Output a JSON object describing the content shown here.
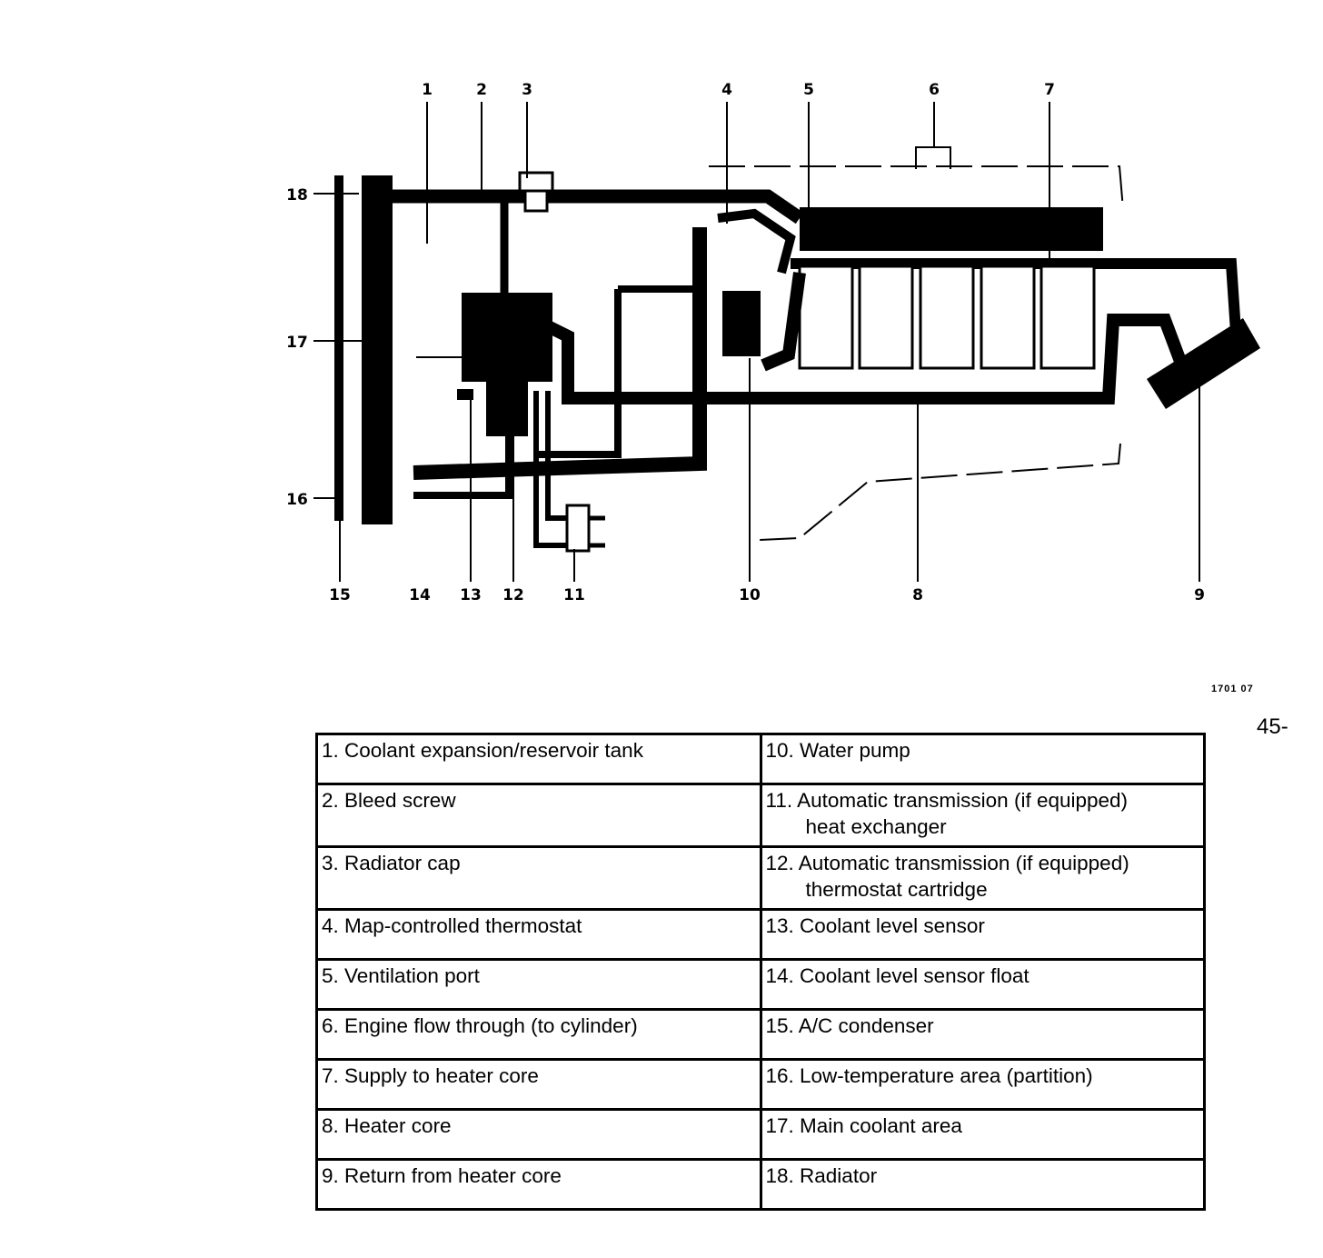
{
  "figure": {
    "callouts": [
      "1",
      "2",
      "3",
      "4",
      "5",
      "6",
      "7",
      "8",
      "9",
      "10",
      "11",
      "12",
      "13",
      "14",
      "15",
      "16",
      "17",
      "18"
    ],
    "figure_code": "1701 07",
    "page_number": "45-"
  },
  "legend": {
    "rows": [
      {
        "left": "1. Coolant expansion/reservoir tank",
        "right": "10. Water pump",
        "right_line2": ""
      },
      {
        "left": "2. Bleed screw",
        "right": "11. Automatic transmission (if equipped)",
        "right_line2": "heat exchanger"
      },
      {
        "left": "3. Radiator cap",
        "right": "12. Automatic transmission (if equipped)",
        "right_line2": "thermostat cartridge"
      },
      {
        "left": "4. Map-controlled thermostat",
        "right": "13. Coolant level sensor",
        "right_line2": ""
      },
      {
        "left": "5. Ventilation port",
        "right": "14. Coolant level sensor float",
        "right_line2": ""
      },
      {
        "left": "6. Engine flow through (to cylinder)",
        "right": "15. A/C condenser",
        "right_line2": ""
      },
      {
        "left": "7. Supply to heater core",
        "right": "16. Low-temperature area (partition)",
        "right_line2": ""
      },
      {
        "left": "8. Heater core",
        "right": "17. Main coolant area",
        "right_line2": ""
      },
      {
        "left": "9. Return from heater core",
        "right": "18. Radiator",
        "right_line2": ""
      }
    ]
  }
}
